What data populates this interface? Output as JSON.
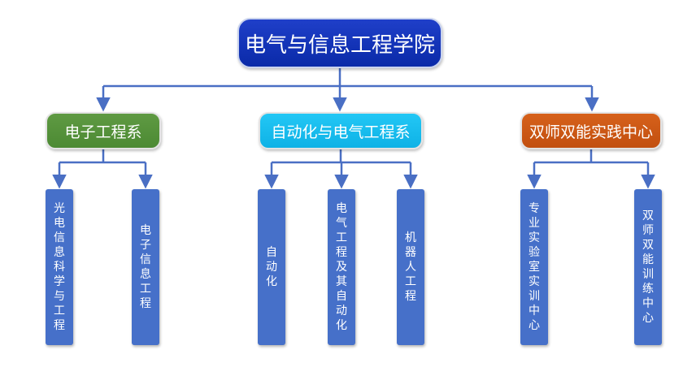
{
  "root": {
    "label": "电气与信息工程学院"
  },
  "departments": [
    {
      "label": "电子工程系",
      "color": "#4f8c36"
    },
    {
      "label": "自动化与电气工程系",
      "color": "#12b8ea"
    },
    {
      "label": "双师双能实践中心",
      "color": "#c8541a"
    }
  ],
  "units": [
    {
      "label": "光电信息科学与工程"
    },
    {
      "label": "电子信息工程"
    },
    {
      "label": "自动化"
    },
    {
      "label": "电气工程及其自动化"
    },
    {
      "label": "机器人工程"
    },
    {
      "label": "专业实验室实训中心"
    },
    {
      "label": "双师双能训练中心"
    }
  ],
  "colors": {
    "root": "#1535b8",
    "unit": "#4670c9",
    "connector": "#4a6fc4"
  }
}
